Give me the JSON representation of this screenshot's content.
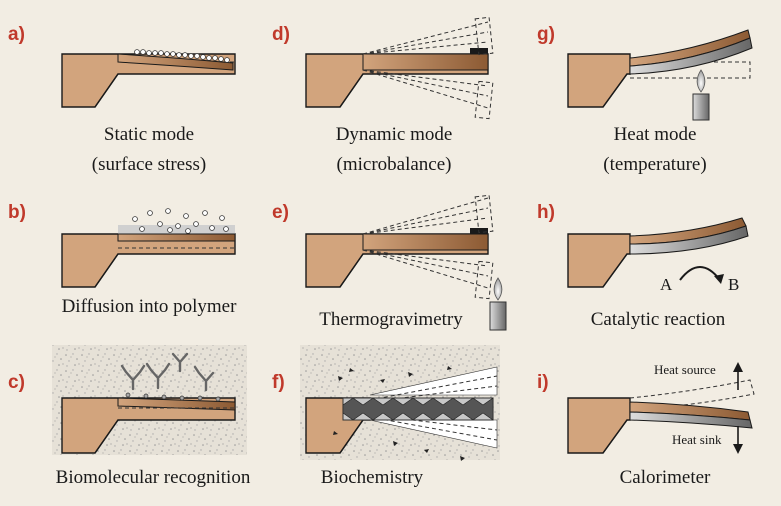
{
  "panels": {
    "a": {
      "letter": "a)",
      "caption_line1": "Static mode",
      "caption_line2": "(surface stress)"
    },
    "b": {
      "letter": "b)",
      "caption_line1": "Diffusion into polymer"
    },
    "c": {
      "letter": "c)",
      "caption_line1": "Biomolecular recognition"
    },
    "d": {
      "letter": "d)",
      "caption_line1": "Dynamic mode",
      "caption_line2": "(microbalance)"
    },
    "e": {
      "letter": "e)",
      "caption_line1": "Thermogravimetry"
    },
    "f": {
      "letter": "f)",
      "caption_line1": "Biochemistry"
    },
    "g": {
      "letter": "g)",
      "caption_line1": "Heat mode",
      "caption_line2": "(temperature)"
    },
    "h": {
      "letter": "h)",
      "caption_line1": "Catalytic reaction",
      "reactant": "A",
      "product": "B"
    },
    "i": {
      "letter": "i)",
      "caption_line1": "Calorimeter",
      "heat_source": "Heat source",
      "heat_sink": "Heat sink"
    }
  },
  "colors": {
    "background": "#f2ede3",
    "letter": "#c0392b",
    "cantilever": "#d2a47d",
    "cantilever_dark": "#a0683d",
    "layer": "#d0d0d0",
    "dots_bg": "#e6e1d7"
  }
}
